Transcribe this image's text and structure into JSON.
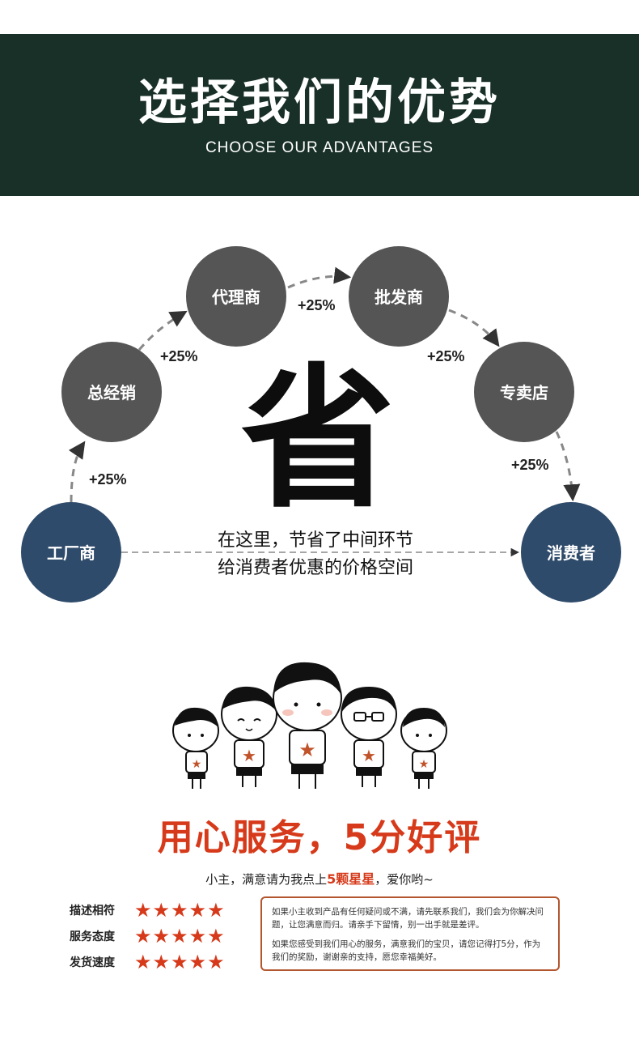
{
  "header": {
    "title": "选择我们的优势",
    "subtitle": "CHOOSE OUR ADVANTAGES"
  },
  "flow": {
    "nodes": {
      "factory": "工厂商",
      "distributor": "总经销",
      "agent": "代理商",
      "wholesaler": "批发商",
      "store": "专卖店",
      "consumer": "消费者"
    },
    "markup": [
      "+25%",
      "+25%",
      "+25%",
      "+25%",
      "+25%"
    ],
    "center_char": "省",
    "note_line1": "在这里，节省了中间环节",
    "note_line2": "给消费者优惠的价格空间"
  },
  "service": {
    "slogan": "用心服务，5分好评",
    "ask_prefix": "小主，满意请为我点上",
    "ask_highlight": "5颗星星",
    "ask_suffix": "，爱你哟~",
    "ratings": [
      {
        "label": "描述相符",
        "stars": "★★★★★"
      },
      {
        "label": "服务态度",
        "stars": "★★★★★"
      },
      {
        "label": "发货速度",
        "stars": "★★★★★"
      }
    ],
    "note_p1": "如果小主收到产品有任何疑问或不满，请先联系我们，我们会为你解决问题，让您满意而归。请亲手下留情，别一出手就是差评。",
    "note_p2": "如果您感受到我们用心的服务，满意我们的宝贝，请您记得打5分，作为我们的奖励，谢谢亲的支持，愿您幸福美好。"
  },
  "colors": {
    "banner_bg": "#193028",
    "node_gray": "#555555",
    "node_blue": "#2f4b6b",
    "accent_red": "#d63a1a"
  }
}
